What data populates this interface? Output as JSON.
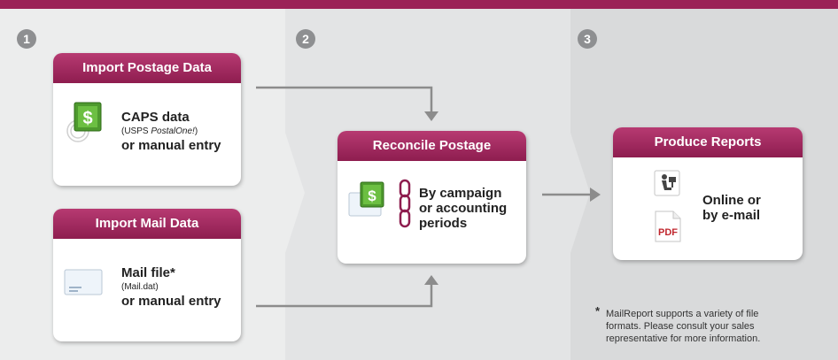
{
  "steps": {
    "one": "1",
    "two": "2",
    "three": "3"
  },
  "cards": {
    "import_postage": {
      "title": "Import Postage Data",
      "line1": "CAPS data",
      "sub_prefix": "(USPS ",
      "sub_italic": "PostalOne!",
      "sub_suffix": ")",
      "line2": "or manual entry"
    },
    "import_mail": {
      "title": "Import Mail Data",
      "line1": "Mail file*",
      "sub": "(Mail.dat)",
      "line2": "or manual entry"
    },
    "reconcile": {
      "title": "Reconcile Postage",
      "lines": [
        "By campaign",
        "or accounting",
        "periods"
      ]
    },
    "reports": {
      "title": "Produce Reports",
      "lines": [
        "Online or",
        "by e-mail"
      ],
      "pdf_label": "PDF"
    }
  },
  "dollar_sign": "$",
  "footnote": {
    "marker": "*",
    "lines": [
      "MailReport supports a variety of file",
      "formats. Please consult your sales",
      "representative for more information."
    ]
  },
  "colors": {
    "accent": "#9b2257",
    "header": "#a72a62",
    "step_circle": "#8e8f91",
    "arrow": "#8c8c8c"
  },
  "icons": [
    "dollar-envelope-icon",
    "envelope-icon",
    "chain-link-icon",
    "person-at-computer-icon",
    "pdf-document-icon"
  ]
}
